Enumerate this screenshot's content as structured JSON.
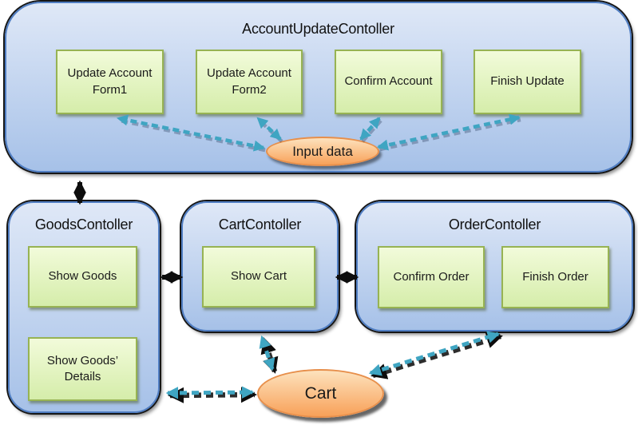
{
  "colors": {
    "container_border": "#4f7dc2",
    "container_fill_top": "#dfe8f7",
    "container_fill_bottom": "#a6c1e8",
    "box_border": "#97b353",
    "box_fill_top": "#f2fbda",
    "box_fill_bottom": "#d5edaa",
    "ellipse_border": "#e78f4b",
    "ellipse_fill_top": "#fde2bd",
    "ellipse_fill_bottom": "#f8a159",
    "arrow_teal": "#3fa5c2",
    "connector_black": "#0d0d0d"
  },
  "account_controller": {
    "title": "AccountUpdateContoller",
    "boxes": [
      "Update Account Form1",
      "Update Account Form2",
      "Confirm Account",
      "Finish Update"
    ]
  },
  "goods_controller": {
    "title": "GoodsContoller",
    "boxes": [
      "Show Goods",
      "Show Goods’ Details"
    ]
  },
  "cart_controller": {
    "title": "CartContoller",
    "boxes": [
      "Show Cart"
    ]
  },
  "order_controller": {
    "title": "OrderContoller",
    "boxes": [
      "Confirm Order",
      "Finish Order"
    ]
  },
  "ellipses": {
    "input_data": "Input data",
    "cart": "Cart"
  }
}
